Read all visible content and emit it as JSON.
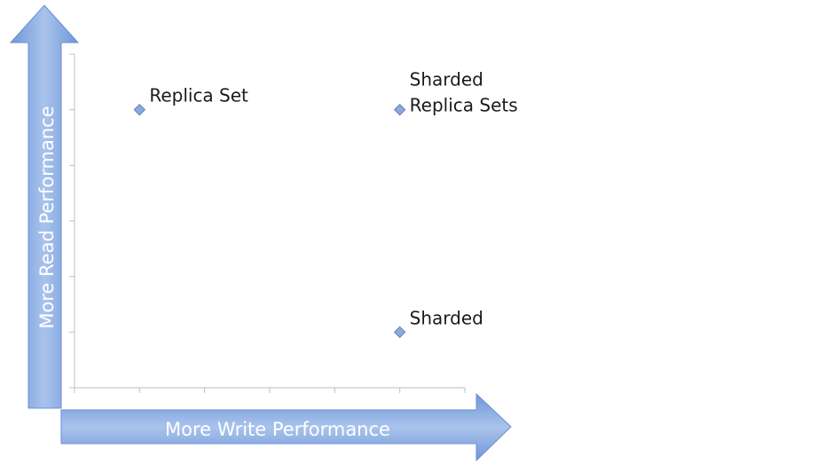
{
  "chart_data": {
    "type": "scatter",
    "title": "",
    "xlabel": "More Write Performance",
    "ylabel": "More Read Performance",
    "xlim": [
      0,
      6
    ],
    "ylim": [
      0,
      6
    ],
    "x_ticks": [
      0,
      1,
      2,
      3,
      4,
      5,
      6
    ],
    "y_ticks": [
      0,
      1,
      2,
      3,
      4,
      5,
      6
    ],
    "grid": false,
    "marker_color": "#8eaadb",
    "arrow_color": "#7ba0dc",
    "points": [
      {
        "label": "Replica Set",
        "x": 1,
        "y": 5
      },
      {
        "label": "Sharded Replica Sets",
        "label_lines": [
          "Sharded",
          "Replica Sets"
        ],
        "x": 5,
        "y": 5
      },
      {
        "label": "Sharded",
        "x": 5,
        "y": 1
      }
    ]
  }
}
